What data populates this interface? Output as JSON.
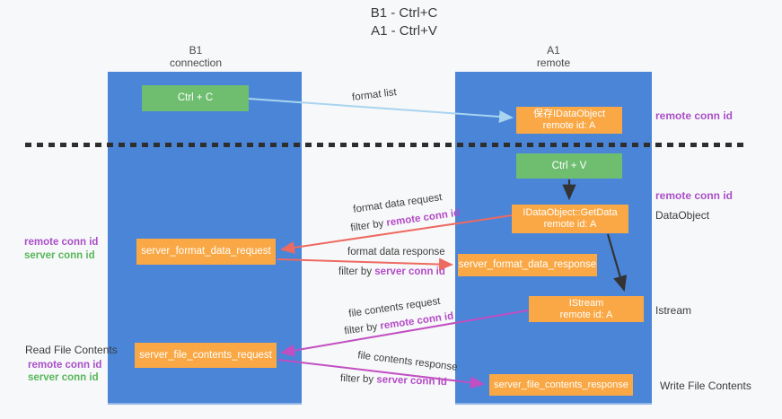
{
  "title": {
    "line1": "B1 - Ctrl+C",
    "line2": "A1 - Ctrl+V"
  },
  "lifelines": {
    "left": {
      "name": "B1",
      "role": "connection"
    },
    "right": {
      "name": "A1",
      "role": "remote"
    }
  },
  "nodes": {
    "ctrl_c": {
      "label": "Ctrl + C"
    },
    "ctrl_v": {
      "label": "Ctrl + V"
    },
    "save_idataobject": {
      "line1": "保存IDataObject",
      "line2": "remote id: A"
    },
    "getdata": {
      "line1": "IDataObject::GetData",
      "line2": "remote id: A"
    },
    "istream": {
      "line1": "IStream",
      "line2": "remote id: A"
    },
    "server_format_data_request": {
      "label": "server_format_data_request"
    },
    "server_format_data_response": {
      "label": "server_format_data_response"
    },
    "server_file_contents_request": {
      "label": "server_file_contents_request"
    },
    "server_file_contents_response": {
      "label": "server_file_contents_response"
    }
  },
  "labels": {
    "format_list": "format list",
    "format_data_request": "format data request",
    "format_data_response": "format data response",
    "file_contents_request": "file contents request",
    "file_contents_response": "file contents response",
    "filter_by": "filter by",
    "remote_conn_id": "remote conn id",
    "server_conn_id": "server conn id",
    "dataobject": "DataObject",
    "istream": "Istream",
    "read_file_contents": "Read File Contents",
    "write_file_contents": "Write File Contents"
  },
  "colors": {
    "lifeline_blue": "#4a85d8",
    "node_green": "#6fbe70",
    "node_orange": "#f9a845",
    "arrow_light_blue": "#a9d4ef",
    "arrow_black": "#333333",
    "arrow_red": "#ed6a60",
    "arrow_magenta": "#c24fc2",
    "text_purple": "#a94fc8",
    "text_green": "#57b75a",
    "dashed_line": "#2e2e2e"
  }
}
